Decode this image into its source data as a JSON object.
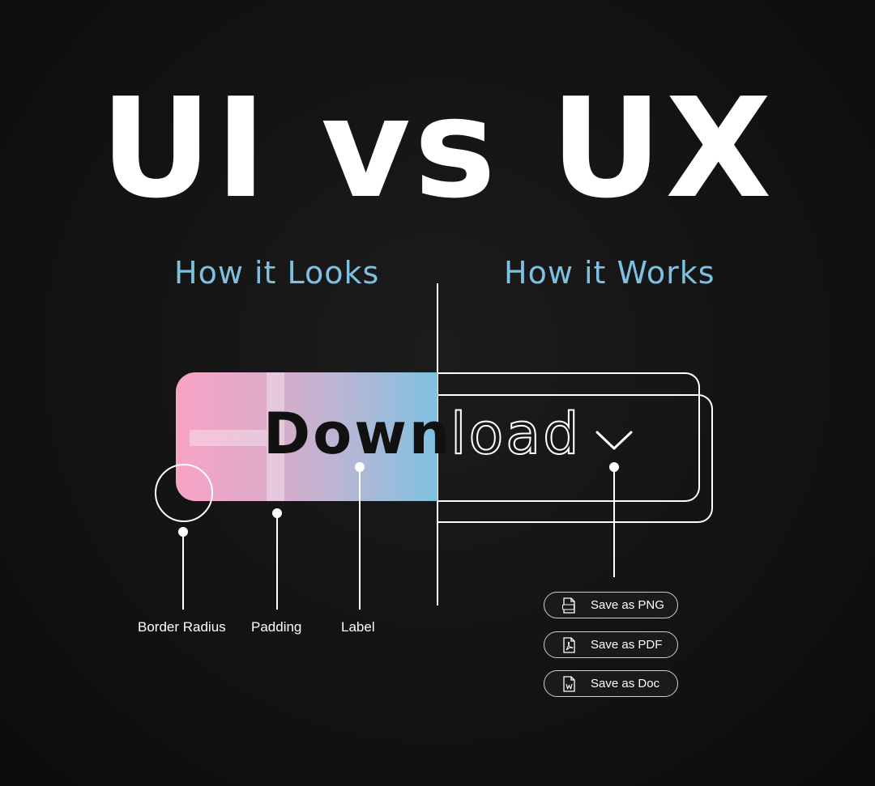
{
  "title": "UI vs UX",
  "subtitles": {
    "left": "How it Looks",
    "right": "How it Works"
  },
  "button": {
    "label_left": "Down",
    "label_right": "load"
  },
  "callouts": {
    "border_radius": "Border Radius",
    "padding": "Padding",
    "label": "Label"
  },
  "menu": [
    {
      "label": "Save as PNG",
      "icon": "png-file-icon"
    },
    {
      "label": "Save as PDF",
      "icon": "pdf-file-icon"
    },
    {
      "label": "Save as Doc",
      "icon": "doc-file-icon"
    }
  ],
  "colors": {
    "background": "#121212",
    "accent_text": "#7ec0e0",
    "gradient_start": "#f9a3c6",
    "gradient_end": "#7fc1e0",
    "line": "#ffffff"
  }
}
